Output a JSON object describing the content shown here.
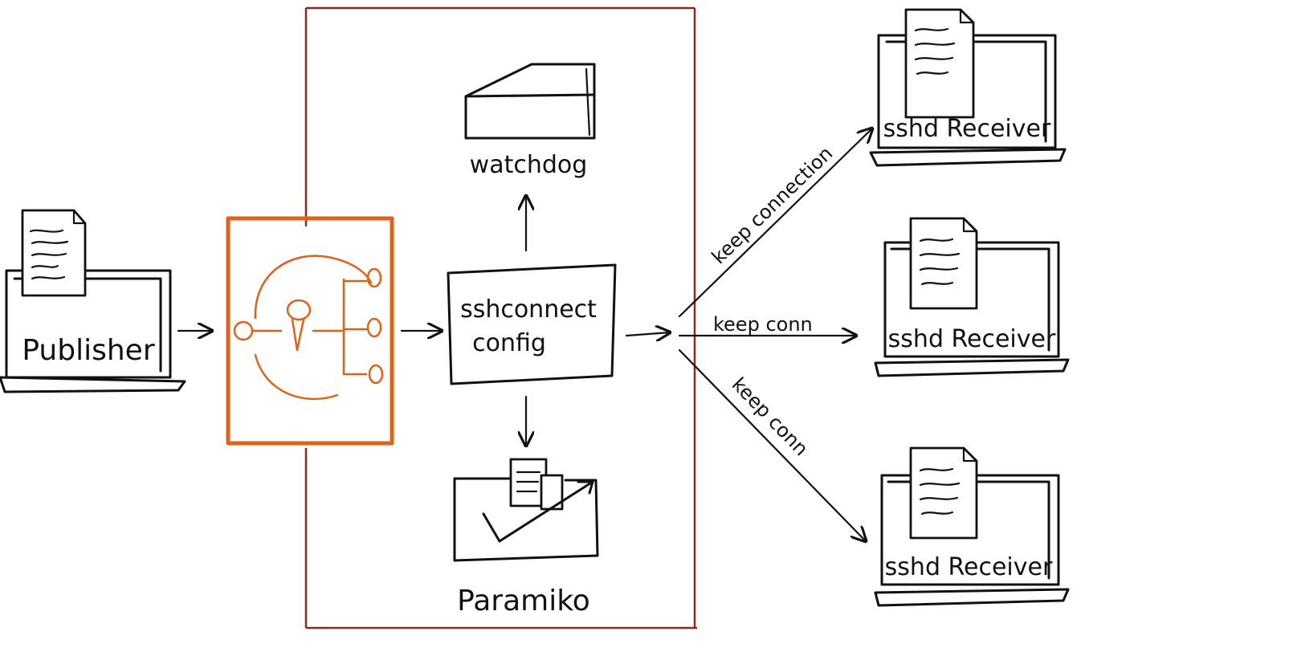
{
  "nodes": {
    "publisher": {
      "label": "Publisher"
    },
    "config": {
      "line1": "sshconnect",
      "line2": "config"
    },
    "watchdog": {
      "label": "watchdog"
    },
    "paramiko": {
      "label": "Paramiko"
    },
    "receivers": [
      {
        "label": "sshd Receiver"
      },
      {
        "label": "sshd Receiver"
      },
      {
        "label": "sshd Receiver"
      }
    ]
  },
  "edges": [
    {
      "label": "keep connection"
    },
    {
      "label": "keep conn"
    },
    {
      "label": "keep conn"
    }
  ],
  "colors": {
    "ink": "#111111",
    "frame": "#8a2a1c",
    "accent": "#e0621a"
  },
  "icons": {
    "publisher": "laptop-with-document-icon",
    "hub": "orange-hub-icon",
    "watchdog": "wedge-block-icon",
    "paramiko": "growth-chart-icon",
    "receiver": "laptop-with-document-icon"
  }
}
